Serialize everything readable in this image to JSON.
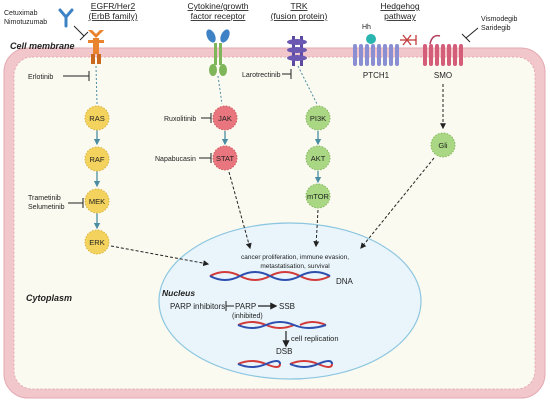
{
  "headers": {
    "egfr_line1": "EGFR/Her2",
    "egfr_line2": "(ErbB family)",
    "cytokine_line1": "Cytokine/growth",
    "cytokine_line2": "factor receptor",
    "trk_line1": "TRK",
    "trk_line2": "(fusion protein)",
    "hedgehog_line1": "Hedgehog",
    "hedgehog_line2": "pathway"
  },
  "drugs": {
    "cetuximab": "Cetuximab",
    "nimotuzumab": "Nimotuzumab",
    "erlotinib": "Erlotinib",
    "trametinib": "Trametinib",
    "selumetinib": "Selumetinib",
    "ruxolitinib": "Ruxolitinib",
    "napabucasin": "Napabucasin",
    "larotrectinib": "Larotrectinib",
    "vismodegib": "Vismodegib",
    "saridegib": "Saridegib",
    "parp_inhibitors": "PARP inhibitors"
  },
  "labels": {
    "cell_membrane": "Cell membrane",
    "cytoplasm": "Cytoplasm",
    "nucleus": "Nucleus",
    "hh": "Hh",
    "ptch1": "PTCH1",
    "smo": "SMO",
    "outcome_line1": "cancer proliferation, immune evasion,",
    "outcome_line2": "metastatisation, survival",
    "dna": "DNA",
    "parp": "PARP",
    "parp_inhibited": "(inhibited)",
    "ssb": "SSB",
    "cell_replication": "cell replication",
    "dsb": "DSB"
  },
  "nodes": {
    "ras": "RAS",
    "raf": "RAF",
    "mek": "MEK",
    "erk": "ERK",
    "jak": "JAK",
    "stat": "STAT",
    "pi3k": "PI3K",
    "akt": "AKT",
    "mtor": "mTOR",
    "gli": "Gli"
  },
  "colors": {
    "membrane": "#f2c7cc",
    "cytoplasm": "#fbfaf0",
    "nucleus_fill": "#e9f5fb",
    "nucleus_stroke": "#8cc6e0",
    "mapk_node": "#f3d25d",
    "jak_stat_node": "#e9767e",
    "pi3k_node": "#a9d783",
    "gli_node": "#a9d783",
    "connector": "#4b8ea3",
    "egfr": "#e9832e",
    "antibody": "#3e82c6",
    "ptch1": "#8a8fd3",
    "smo": "#d45d7a",
    "dna_red": "#d33b3b",
    "dna_blue": "#2d4fb0"
  }
}
